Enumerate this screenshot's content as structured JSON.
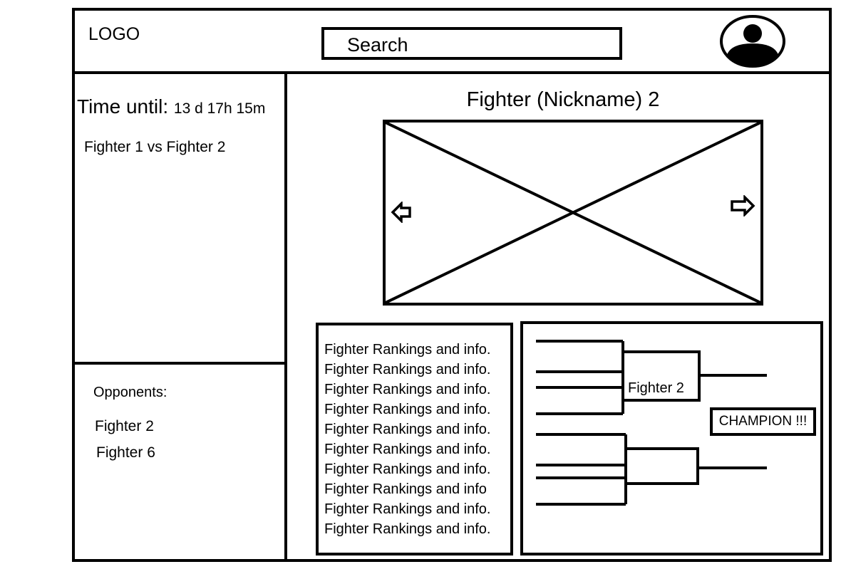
{
  "header": {
    "logo_text": "LOGO",
    "search_placeholder": "Search",
    "avatar_icon": "user-avatar-icon"
  },
  "sidebar": {
    "countdown": {
      "label": "Time until:",
      "value": "13 d 17h 15m"
    },
    "matchup": "Fighter 1 vs Fighter 2",
    "opponents": {
      "title": "Opponents:",
      "items": [
        "Fighter 2",
        "Fighter 6"
      ]
    }
  },
  "main": {
    "fighter_title": "Fighter (Nickname) 2",
    "carousel": {
      "image_placeholder_icon": "image-placeholder-icon",
      "prev_icon": "arrow-left-icon",
      "next_icon": "arrow-right-icon"
    },
    "rankings": [
      "Fighter Rankings and info.",
      "Fighter Rankings and info.",
      "Fighter Rankings and info.",
      "Fighter Rankings and info.",
      "Fighter Rankings and info.",
      "Fighter Rankings and info.",
      "Fighter Rankings and info.",
      "Fighter Rankings and info",
      "Fighter Rankings and info.",
      "Fighter Rankings and info."
    ],
    "bracket": {
      "semifinal_top_winner": "Fighter 2",
      "champion_label": "CHAMPION !!!"
    }
  }
}
